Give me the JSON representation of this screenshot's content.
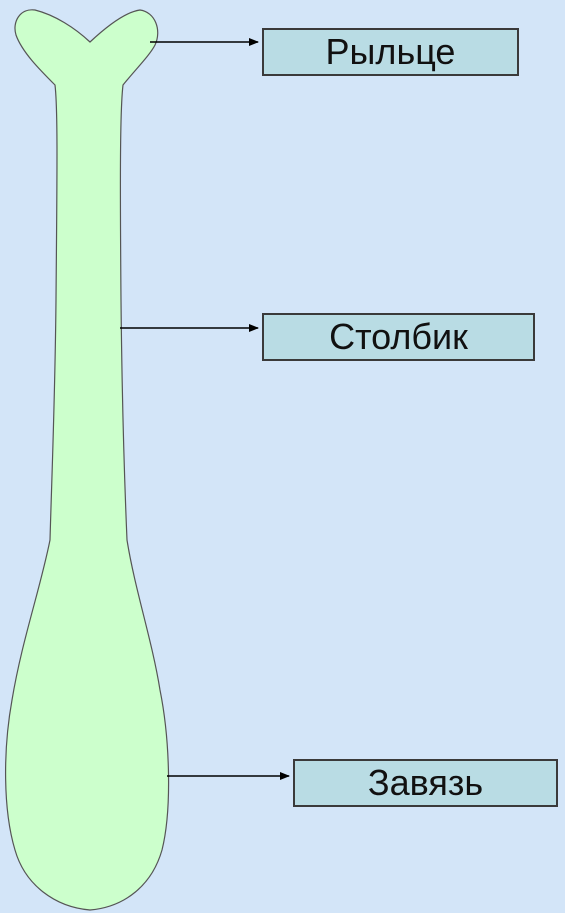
{
  "diagram": {
    "colors": {
      "background": "#d3e5f8",
      "pistil_fill": "#ccffcc",
      "pistil_outline": "#555555",
      "label_fill": "#b9dce4",
      "arrow": "#000000"
    },
    "labels": {
      "stigma": "Рыльце",
      "style": "Столбик",
      "ovary": "Завязь"
    }
  }
}
